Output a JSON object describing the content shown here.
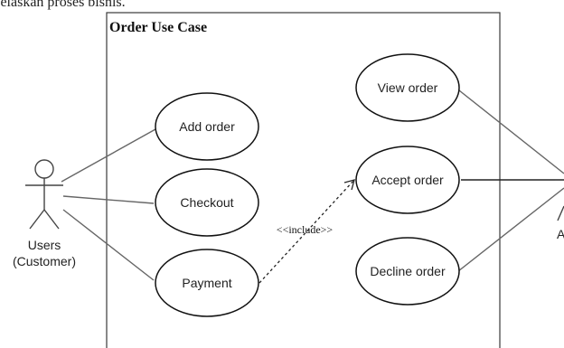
{
  "document": {
    "top_text": "jelaskan proses bisnis."
  },
  "diagram": {
    "system_title": "Order Use Case",
    "actors": [
      {
        "line1": "Users",
        "line2": "(Customer)"
      },
      {
        "line1": "A"
      }
    ],
    "use_cases": [
      {
        "label": "Add order"
      },
      {
        "label": "Checkout"
      },
      {
        "label": "Payment"
      },
      {
        "label": "View order"
      },
      {
        "label": "Accept order"
      },
      {
        "label": "Decline order"
      }
    ],
    "relationships": [
      {
        "label": "<<include>>"
      }
    ]
  }
}
